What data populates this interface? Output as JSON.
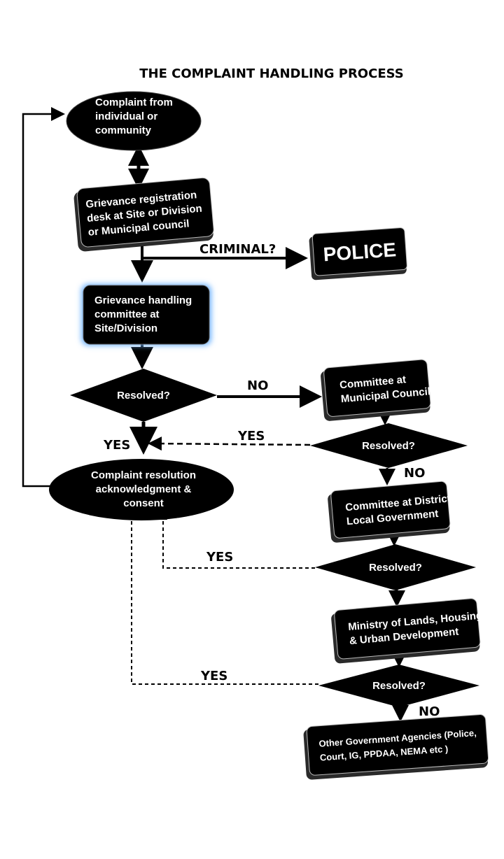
{
  "title": "THE COMPLAINT HANDLING PROCESS",
  "nodes": {
    "complaint": [
      "Complaint from",
      "individual or",
      "community"
    ],
    "registration": [
      "Grievance registration",
      "desk at Site or Division",
      "or Municipal council"
    ],
    "police": "POLICE",
    "site_committee": [
      "Grievance handling",
      "committee at",
      "Site/Division"
    ],
    "resolved_1": "Resolved?",
    "municipal": [
      "Committee at",
      "Municipal Council"
    ],
    "resolved_2": "Resolved?",
    "resolution": [
      "Complaint resolution",
      "acknowledgment &",
      "consent"
    ],
    "district": [
      "Committee at District",
      "Local Government"
    ],
    "resolved_3": "Resolved?",
    "ministry": [
      "Ministry of Lands, Housing",
      "& Urban Development"
    ],
    "resolved_4": "Resolved?",
    "other_agencies": [
      "Other Government Agencies (Police,",
      "Court, IG, PPDAA, NEMA etc )"
    ]
  },
  "edge_labels": {
    "criminal": "CRIMINAL?",
    "no_1": "NO",
    "yes_1": "YES",
    "yes_2": "YES",
    "no_2": "NO",
    "yes_3": "YES",
    "yes_4": "YES",
    "no_3": "NO"
  },
  "colors": {
    "node": "#000000",
    "glow": "#6fb4ff",
    "text": "#ffffff"
  }
}
